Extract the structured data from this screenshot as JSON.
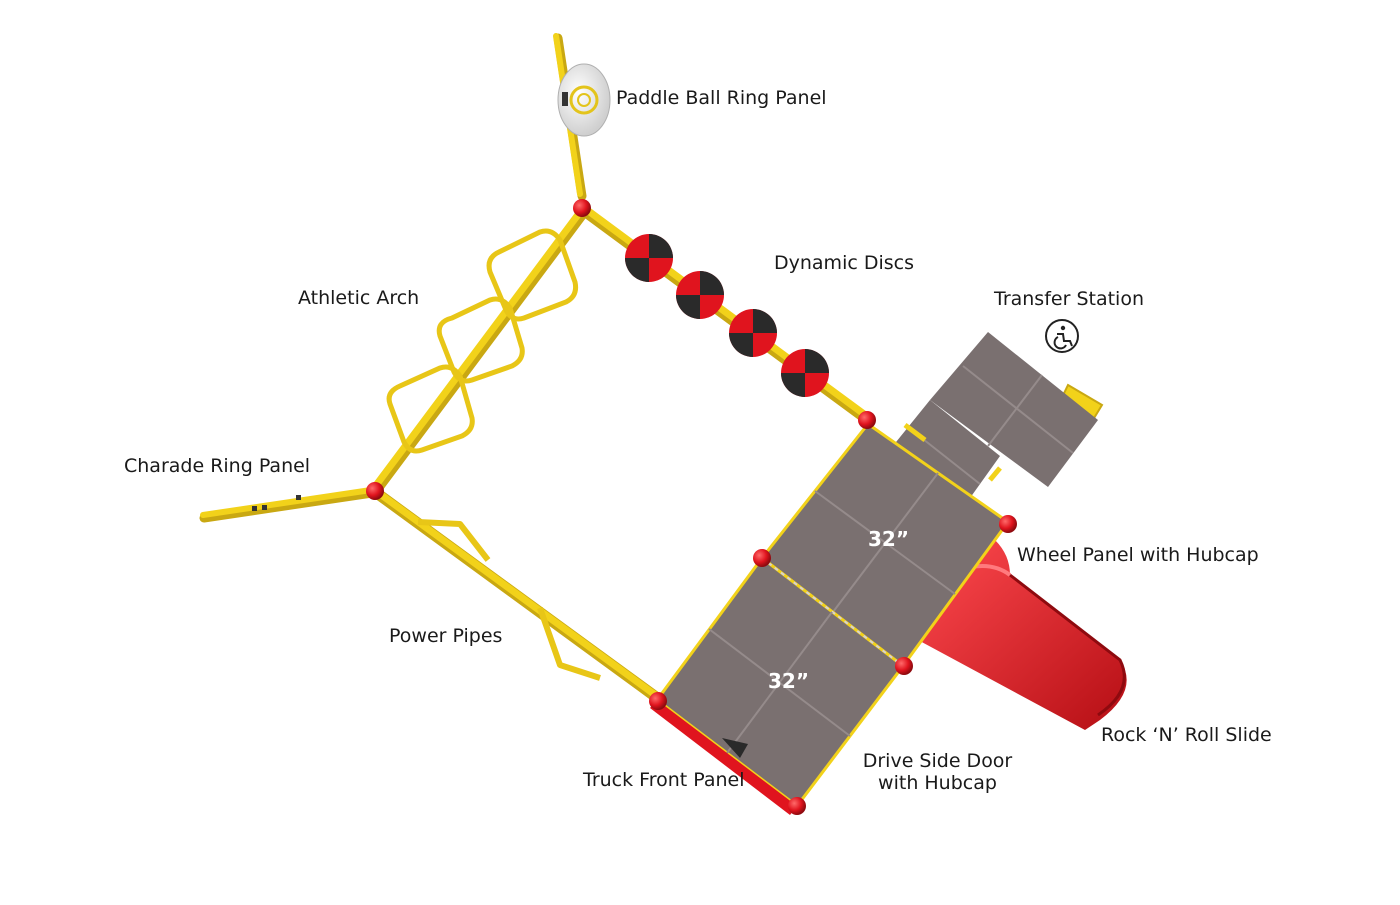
{
  "labels": {
    "paddle_ball": "Paddle Ball Ring Panel",
    "dynamic_discs": "Dynamic Discs",
    "transfer_station": "Transfer Station",
    "athletic_arch": "Athletic Arch",
    "charade_ring": "Charade Ring Panel",
    "wheel_panel": "Wheel Panel with Hubcap",
    "power_pipes": "Power Pipes",
    "rock_n_roll_slide": "Rock ‘N’ Roll Slide",
    "truck_front": "Truck Front Panel",
    "drive_side_door_line1": "Drive Side Door",
    "drive_side_door_line2": "with Hubcap"
  },
  "deck_sizes": {
    "upper": "32”",
    "lower": "32”"
  },
  "colors": {
    "pipe_yellow": "#f2d21a",
    "pipe_shadow": "#c9a812",
    "ball_red": "#e0141e",
    "deck_gray": "#7a7070",
    "deck_line": "#958b8b",
    "slide_red": "#e11b22",
    "disc_black": "#2a2a2a",
    "label_text": "#1a1a1a"
  },
  "icons": {
    "accessibility": "wheelchair-icon"
  }
}
